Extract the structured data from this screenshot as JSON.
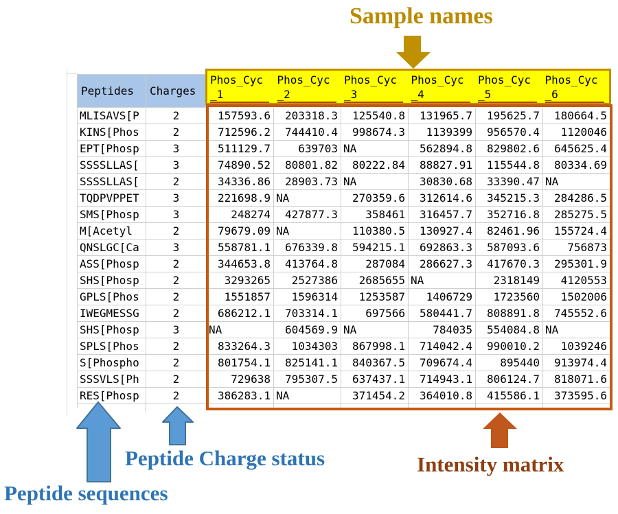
{
  "annotations": {
    "sample_names": "Sample names",
    "peptide_sequences": "Peptide sequences",
    "peptide_charge_status": "Peptide Charge status",
    "intensity_matrix": "Intensity matrix"
  },
  "colors": {
    "header_blue": "#a9c6e8",
    "header_yellow": "#ffff00",
    "gold_border": "#bf9000",
    "gold_text": "#ba8a00",
    "orange_border": "#c55a11",
    "brown_text": "#8e3e10",
    "blue_text": "#2e74b5",
    "arrow_blue_fill": "#5b9bd5",
    "arrow_blue_stroke": "#41719c",
    "underline_red": "#c03a0b"
  },
  "table": {
    "peptides_header": "Peptides",
    "charges_header": "Charges",
    "sample_columns": [
      {
        "name": "Phos_Cyc_1",
        "line1": "Phos_Cyc",
        "line2": "_1"
      },
      {
        "name": "Phos_Cyc_2",
        "line1": "Phos_Cyc",
        "line2": "_2"
      },
      {
        "name": "Phos_Cyc_3",
        "line1": "Phos_Cyc",
        "line2": "_3"
      },
      {
        "name": "Phos_Cyc_4",
        "line1": "Phos_Cyc",
        "line2": "_4"
      },
      {
        "name": "Phos_Cyc_5",
        "line1": "Phos_Cyc",
        "line2": "_5"
      },
      {
        "name": "Phos_Cyc_6",
        "line1": "Phos_Cyc",
        "line2": "_6"
      }
    ],
    "rows": [
      {
        "peptide": "MLISAVS[P",
        "charge": "2",
        "values": [
          "157593.6",
          "203318.3",
          "125540.8",
          "131965.7",
          "195625.7",
          "180664.5"
        ]
      },
      {
        "peptide": "KINS[Phos",
        "charge": "2",
        "values": [
          "712596.2",
          "744410.4",
          "998674.3",
          "1139399",
          "956570.4",
          "1120046"
        ]
      },
      {
        "peptide": "EPT[Phosp",
        "charge": "3",
        "values": [
          "511129.7",
          "639703",
          "NA",
          "562894.8",
          "829802.6",
          "645625.4"
        ]
      },
      {
        "peptide": "SSSSLLAS[",
        "charge": "3",
        "values": [
          "74890.52",
          "80801.82",
          "80222.84",
          "88827.91",
          "115544.8",
          "80334.69"
        ]
      },
      {
        "peptide": "SSSSLLAS[",
        "charge": "2",
        "values": [
          "34336.86",
          "28903.73",
          "NA",
          "30830.68",
          "33390.47",
          "NA"
        ]
      },
      {
        "peptide": "TQDPVPPET",
        "charge": "3",
        "values": [
          "221698.9",
          "NA",
          "270359.6",
          "312614.6",
          "345215.3",
          "284286.5"
        ]
      },
      {
        "peptide": "SMS[Phosp",
        "charge": "3",
        "values": [
          "248274",
          "427877.3",
          "358461",
          "316457.7",
          "352716.8",
          "285275.5"
        ]
      },
      {
        "peptide": "M[Acetyl",
        "charge": "2",
        "values": [
          "79679.09",
          "NA",
          "110380.5",
          "130927.4",
          "82461.96",
          "155724.4"
        ]
      },
      {
        "peptide": "QNSLGC[Ca",
        "charge": "3",
        "values": [
          "558781.1",
          "676339.8",
          "594215.1",
          "692863.3",
          "587093.6",
          "756873"
        ]
      },
      {
        "peptide": "ASS[Phosp",
        "charge": "2",
        "values": [
          "344653.8",
          "413764.8",
          "287084",
          "286627.3",
          "417670.3",
          "295301.9"
        ]
      },
      {
        "peptide": "SHS[Phosp",
        "charge": "2",
        "values": [
          "3293265",
          "2527386",
          "2685655",
          "NA",
          "2318149",
          "4120553"
        ]
      },
      {
        "peptide": "GPLS[Phos",
        "charge": "2",
        "values": [
          "1551857",
          "1596314",
          "1253587",
          "1406729",
          "1723560",
          "1502006"
        ]
      },
      {
        "peptide": "IWEGMESSG",
        "charge": "2",
        "values": [
          "686212.1",
          "703314.1",
          "697566",
          "580441.7",
          "808891.8",
          "745552.6"
        ]
      },
      {
        "peptide": "SHS[Phosp",
        "charge": "3",
        "values": [
          "NA",
          "604569.9",
          "NA",
          "784035",
          "554084.8",
          "NA"
        ]
      },
      {
        "peptide": "SPLS[Phos",
        "charge": "2",
        "values": [
          "833264.3",
          "1034303",
          "867998.1",
          "714042.4",
          "990010.2",
          "1039246"
        ]
      },
      {
        "peptide": "S[Phospho",
        "charge": "2",
        "values": [
          "801754.1",
          "825141.1",
          "840367.5",
          "709674.4",
          "895440",
          "913974.4"
        ]
      },
      {
        "peptide": "SSSVLS[Ph",
        "charge": "2",
        "values": [
          "729638",
          "795307.5",
          "637437.1",
          "714943.1",
          "806124.7",
          "818071.6"
        ]
      },
      {
        "peptide": "RES[Phosp",
        "charge": "2",
        "values": [
          "386283.1",
          "NA",
          "371454.2",
          "364010.8",
          "415586.1",
          "373595.6"
        ]
      }
    ],
    "na_label": "NA"
  }
}
